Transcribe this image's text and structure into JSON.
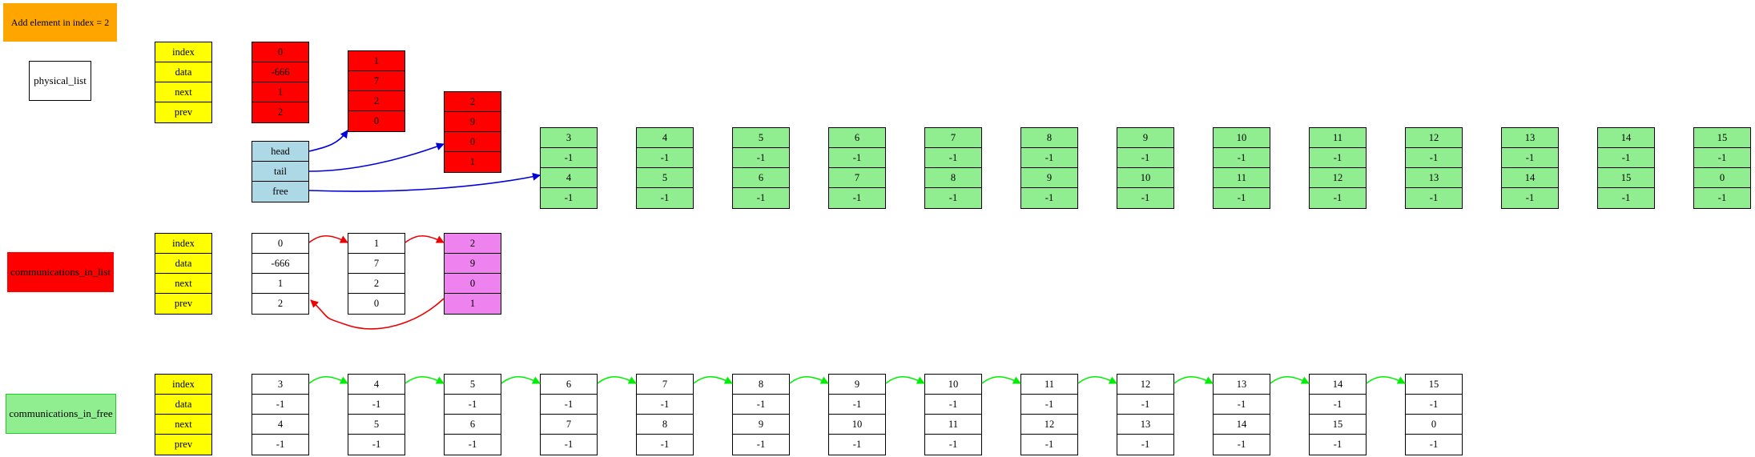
{
  "title": "Add element in index = 2",
  "labels": {
    "physical": "physical_list",
    "in_list": "communications_in_list",
    "in_free": "communications_in_free"
  },
  "fields": [
    "index",
    "data",
    "next",
    "prev"
  ],
  "list_ptrs": [
    "head",
    "tail",
    "free"
  ],
  "physical_nodes": [
    {
      "index": "0",
      "data": "-666",
      "next": "1",
      "prev": "2"
    },
    {
      "index": "1",
      "data": "7",
      "next": "2",
      "prev": "0"
    },
    {
      "index": "2",
      "data": "9",
      "next": "0",
      "prev": "1"
    },
    {
      "index": "3",
      "data": "-1",
      "next": "4",
      "prev": "-1"
    },
    {
      "index": "4",
      "data": "-1",
      "next": "5",
      "prev": "-1"
    },
    {
      "index": "5",
      "data": "-1",
      "next": "6",
      "prev": "-1"
    },
    {
      "index": "6",
      "data": "-1",
      "next": "7",
      "prev": "-1"
    },
    {
      "index": "7",
      "data": "-1",
      "next": "8",
      "prev": "-1"
    },
    {
      "index": "8",
      "data": "-1",
      "next": "9",
      "prev": "-1"
    },
    {
      "index": "9",
      "data": "-1",
      "next": "10",
      "prev": "-1"
    },
    {
      "index": "10",
      "data": "-1",
      "next": "11",
      "prev": "-1"
    },
    {
      "index": "11",
      "data": "-1",
      "next": "12",
      "prev": "-1"
    },
    {
      "index": "12",
      "data": "-1",
      "next": "13",
      "prev": "-1"
    },
    {
      "index": "13",
      "data": "-1",
      "next": "14",
      "prev": "-1"
    },
    {
      "index": "14",
      "data": "-1",
      "next": "15",
      "prev": "-1"
    },
    {
      "index": "15",
      "data": "-1",
      "next": "0",
      "prev": "-1"
    }
  ],
  "list_nodes": [
    {
      "index": "0",
      "data": "-666",
      "next": "1",
      "prev": "2"
    },
    {
      "index": "1",
      "data": "7",
      "next": "2",
      "prev": "0"
    },
    {
      "index": "2",
      "data": "9",
      "next": "0",
      "prev": "1"
    }
  ],
  "free_nodes": [
    {
      "index": "3",
      "data": "-1",
      "next": "4",
      "prev": "-1"
    },
    {
      "index": "4",
      "data": "-1",
      "next": "5",
      "prev": "-1"
    },
    {
      "index": "5",
      "data": "-1",
      "next": "6",
      "prev": "-1"
    },
    {
      "index": "6",
      "data": "-1",
      "next": "7",
      "prev": "-1"
    },
    {
      "index": "7",
      "data": "-1",
      "next": "8",
      "prev": "-1"
    },
    {
      "index": "8",
      "data": "-1",
      "next": "9",
      "prev": "-1"
    },
    {
      "index": "9",
      "data": "-1",
      "next": "10",
      "prev": "-1"
    },
    {
      "index": "10",
      "data": "-1",
      "next": "11",
      "prev": "-1"
    },
    {
      "index": "11",
      "data": "-1",
      "next": "12",
      "prev": "-1"
    },
    {
      "index": "12",
      "data": "-1",
      "next": "13",
      "prev": "-1"
    },
    {
      "index": "13",
      "data": "-1",
      "next": "14",
      "prev": "-1"
    },
    {
      "index": "14",
      "data": "-1",
      "next": "15",
      "prev": "-1"
    },
    {
      "index": "15",
      "data": "-1",
      "next": "0",
      "prev": "-1"
    }
  ],
  "colors": {
    "title": "#ffa500",
    "header": "#ffff00",
    "used": "#ff0000",
    "free": "#90ee90",
    "pointers": "#add8e6",
    "inserted": "#ee82ee",
    "list_label": "#ff0000",
    "free_label": "#90ee90",
    "link_blue": "#0000dd",
    "link_red": "#ee0000",
    "link_green": "#00ee00"
  }
}
